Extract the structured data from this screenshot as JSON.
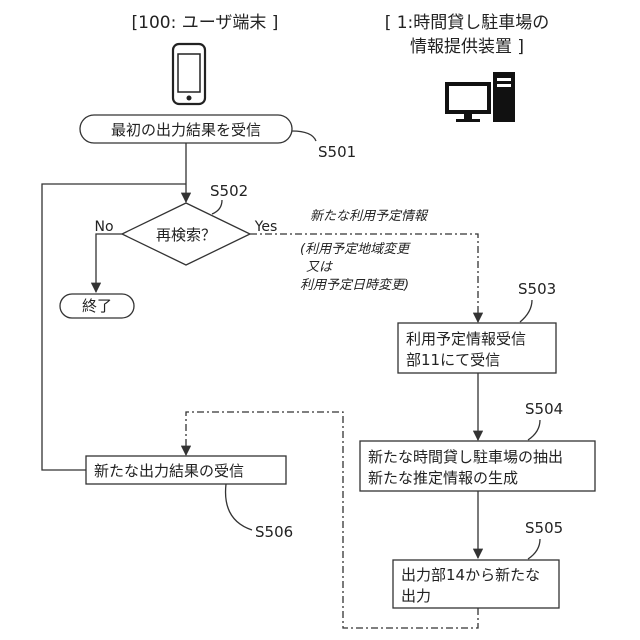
{
  "header": {
    "user_terminal_label": "[100: ユーザ端末 ]",
    "device_label_line1": "[ 1:時間貸し駐車場の",
    "device_label_line2": "情報提供装置 ]"
  },
  "icons": {
    "user_terminal": "smartphone-icon",
    "device": "desktop-computer-icon"
  },
  "steps": {
    "receive_first": "最初の出力結果を受信",
    "s501": "S501",
    "s502": "S502",
    "decision": "再検索？",
    "yes": "Yes",
    "no": "No",
    "end": "終了",
    "new_info_label": "新たな利用予定情報",
    "note_line1": "(利用予定地域変更",
    "note_line2": "又は",
    "note_line3": "利用予定日時変更)",
    "s503": "S503",
    "box503_line1": "利用予定情報受信",
    "box503_line2": "部11にて受信",
    "s504": "S504",
    "box504_line1": "新たな時間貸し駐車場の抽出",
    "box504_line2": "新たな推定情報の生成",
    "s505": "S505",
    "box505_line1": "出力部14から新たな",
    "box505_line2": "出力",
    "box506": "新たな出力結果の受信",
    "s506": "S506"
  }
}
